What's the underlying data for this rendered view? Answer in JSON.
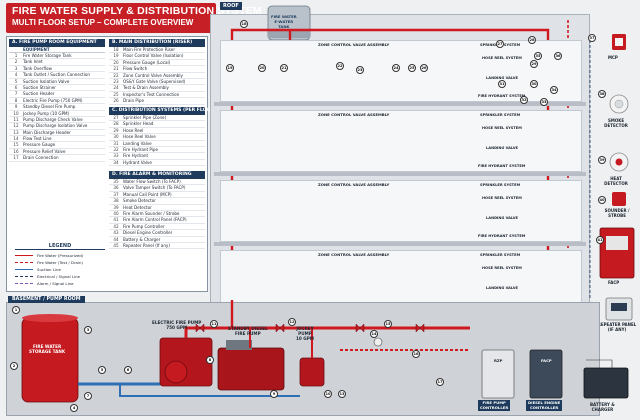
{
  "header": {
    "title": "FIRE WATER SUPPLY & DISTRIBUTION SYSTEM",
    "subtitle": "MULTI FLOOR SETUP – COMPLETE OVERVIEW",
    "roof_label": "ROOF"
  },
  "tank_roof": {
    "label_1": "FIRE WATER",
    "label_2": "E-WATER",
    "label_3": "TANK"
  },
  "section_a": {
    "title": "A. FIRE PUMP ROOM EQUIPMENT",
    "col_equipment": "EQUIPMENT",
    "items": [
      {
        "n": "1",
        "t": "Fire Water Storage Tank"
      },
      {
        "n": "2",
        "t": "Tank Inlet"
      },
      {
        "n": "3",
        "t": "Tank Overflow"
      },
      {
        "n": "4",
        "t": "Tank Outlet / Suction Connection"
      },
      {
        "n": "5",
        "t": "Suction Isolation Valve"
      },
      {
        "n": "6",
        "t": "Suction Strainer"
      },
      {
        "n": "7",
        "t": "Suction Header"
      },
      {
        "n": "8",
        "t": "Electric Fire Pump (750 GPM)"
      },
      {
        "n": "9",
        "t": "Standby Diesel Fire Pump"
      },
      {
        "n": "10",
        "t": "Jockey Pump (10 GPM)"
      },
      {
        "n": "11",
        "t": "Pump Discharge Check Valve"
      },
      {
        "n": "12",
        "t": "Pump Discharge Isolation Valve"
      },
      {
        "n": "13",
        "t": "Main Discharge Header"
      },
      {
        "n": "14",
        "t": "Flow Test Line"
      },
      {
        "n": "15",
        "t": "Pressure Gauge"
      },
      {
        "n": "16",
        "t": "Pressure Relief Valve"
      },
      {
        "n": "17",
        "t": "Drain Connection"
      }
    ]
  },
  "section_b": {
    "title": "B. MAIN DISTRIBUTION (RISER)",
    "items": [
      {
        "n": "18",
        "t": "Main Fire Protection Riser"
      },
      {
        "n": "19",
        "t": "Floor Control Valve (Isolation)"
      },
      {
        "n": "20",
        "t": "Pressure Gauge (Local)"
      },
      {
        "n": "21",
        "t": "Flow Switch"
      },
      {
        "n": "22",
        "t": "Zone Control Valve Assembly"
      },
      {
        "n": "23",
        "t": "OS&Y Gate Valve (Supervised)"
      },
      {
        "n": "24",
        "t": "Test & Drain Assembly"
      },
      {
        "n": "25",
        "t": "Inspector's Test Connection"
      },
      {
        "n": "26",
        "t": "Drain Pipe"
      }
    ]
  },
  "section_c": {
    "title": "C. DISTRIBUTION SYSTEMS (PER FLOOR)",
    "items": [
      {
        "n": "27",
        "t": "Sprinkler Pipe (Zone)"
      },
      {
        "n": "28",
        "t": "Sprinkler Head"
      },
      {
        "n": "29",
        "t": "Hose Reel"
      },
      {
        "n": "30",
        "t": "Hose Reel Valve"
      },
      {
        "n": "31",
        "t": "Landing Valve"
      },
      {
        "n": "32",
        "t": "Fire Hydrant Pipe"
      },
      {
        "n": "33",
        "t": "Fire Hydrant"
      },
      {
        "n": "34",
        "t": "Hydrant Valve"
      }
    ]
  },
  "section_d": {
    "title": "D. FIRE ALARM & MONITORING",
    "items": [
      {
        "n": "35",
        "t": "Water Flow Switch (To FACP)"
      },
      {
        "n": "36",
        "t": "Valve Tamper Switch (To FACP)"
      },
      {
        "n": "37",
        "t": "Manual Call Point (MCP)"
      },
      {
        "n": "38",
        "t": "Smoke Detector"
      },
      {
        "n": "39",
        "t": "Heat Detector"
      },
      {
        "n": "40",
        "t": "Fire Alarm Sounder / Strobe"
      },
      {
        "n": "41",
        "t": "Fire Alarm Control Panel (FACP)"
      },
      {
        "n": "42",
        "t": "Fire Pump Controller"
      },
      {
        "n": "43",
        "t": "Diesel Engine Controller"
      },
      {
        "n": "44",
        "t": "Battery & Charger"
      },
      {
        "n": "45",
        "t": "Repeater Panel (If any)"
      }
    ]
  },
  "legend": {
    "title": "LEGEND",
    "items": [
      {
        "t": "Fire Water (Pressurized)",
        "color": "#d0191f",
        "style": "solid"
      },
      {
        "t": "Fire Water (Test / Drain)",
        "color": "#d0191f",
        "style": "dashed"
      },
      {
        "t": "Suction Line",
        "color": "#2f6fb5",
        "style": "solid"
      },
      {
        "t": "Electrical / Signal Line",
        "color": "#1e3a5c",
        "style": "dashed"
      },
      {
        "t": "Alarm / Signal Line",
        "color": "#7a5bb3",
        "style": "dashed"
      }
    ]
  },
  "floors": {
    "zone_label": "ZONE CONTROL VALVE ASSEMBLY",
    "sprinkler_label": "SPRINKLER SYSTEM",
    "hose_label": "HOSE REEL SYSTEM",
    "landing_label": "LANDING VALVE",
    "hydrant_label": "FIRE HYDRANT SYSTEM"
  },
  "devices": {
    "mcp": "MCP",
    "smoke": "SMOKE DETECTOR",
    "heat": "HEAT DETECTOR",
    "sounder": "SOUNDER / STROBE",
    "facp": "FACP",
    "repeater": "REPEATER PANEL (IF ANY)"
  },
  "basement": {
    "label": "BASEMENT / PUMP ROOM",
    "tank_1": "FIRE WATER",
    "tank_2": "STORAGE TANK",
    "electric_pump_1": "ELECTRIC FIRE PUMP",
    "electric_pump_2": "750 GPM",
    "diesel_pump_1": "STANDBY DIESEL",
    "diesel_pump_2": "FIRE PUMP",
    "jockey_1": "JOCKEY",
    "jockey_2": "PUMP",
    "jockey_3": "10 GPM",
    "fire_pump_ctrl_1": "FIRE PUMP",
    "fire_pump_ctrl_2": "CONTROLLER",
    "diesel_ctrl_1": "DIESEL ENGINE",
    "diesel_ctrl_2": "CONTROLLER",
    "battery_1": "BATTERY &",
    "battery_2": "CHARGER",
    "panel_1": "RZP",
    "panel_2": "FACP"
  },
  "colors": {
    "pipe": "#d0191f",
    "suction": "#2f6fb5",
    "navy": "#1e3a5c"
  }
}
